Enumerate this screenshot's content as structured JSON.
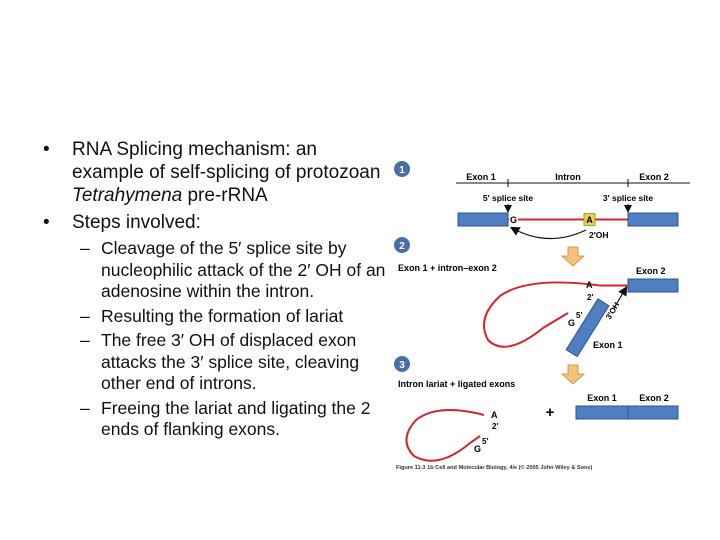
{
  "bullets": {
    "b1_part1": "RNA Splicing mechanism: an example of self-splicing of protozoan ",
    "b1_italic": "Tetrahymena",
    "b1_part2": " pre-rRNA",
    "b2": "Steps involved:",
    "sub": [
      "Cleavage of the 5′ splice site by nucleophilic attack of the 2′ OH of an adenosine within the intron.",
      "Resulting the formation of lariat",
      "The free 3′ OH of displaced exon attacks the 3′ splice site, cleaving other end of introns.",
      "Freeing the lariat and ligating the 2 ends of flanking exons."
    ],
    "bullet_glyph": "•",
    "dash_glyph": "–"
  },
  "figure": {
    "steps": [
      "1",
      "2",
      "3"
    ],
    "step1": {
      "exon1": "Exon 1",
      "intron": "Intron",
      "exon2": "Exon 2",
      "splice5": "5′ splice site",
      "splice3": "3′ splice site",
      "g": "G",
      "a": "A",
      "oh": "2′OH"
    },
    "step2": {
      "title": "Exon 1 + intron–exon 2",
      "exon2": "Exon 2",
      "exon1": "Exon 1",
      "a": "A",
      "two_prime": "2′",
      "five_prime": "5′",
      "g": "G",
      "oh3": "3′OH"
    },
    "step3": {
      "title": "Intron lariat + ligated exons",
      "exon1": "Exon 1",
      "exon2": "Exon 2",
      "a": "A",
      "two_prime": "2′",
      "five_prime": "5′",
      "g": "G",
      "plus": "+"
    },
    "caption": "Figure 11-3 1b  Cell and Molecular Biology, 4/e (© 2005 John Wiley & Sons)"
  },
  "colors": {
    "exon_fill": "#4f7fc0",
    "exon_stroke": "#2c5690",
    "intron": "#d8232a",
    "step_circle": "#4a6fa5",
    "arrow_fill": "#f4c27a",
    "arrow_stroke": "#c98a2a",
    "a_box": "#e8d34a"
  }
}
